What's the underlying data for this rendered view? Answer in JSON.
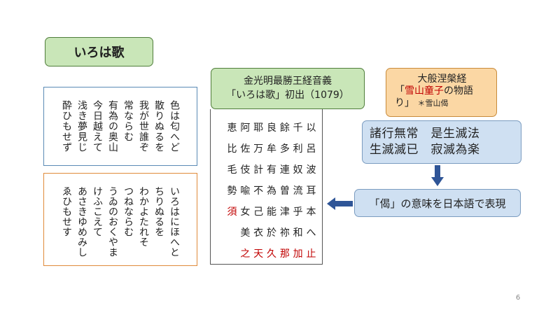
{
  "title": "いろは歌",
  "poem_kanji": [
    "色は匂へど",
    "散りぬるを",
    "我が世誰ぞ",
    "常ならむ",
    "有為の奥山",
    "今日越えて",
    "浅き夢見じ",
    "酔ひもせず"
  ],
  "poem_kana": [
    "いろはにほへと",
    "ちりぬるを",
    "わかよたれそ",
    "つねならむ",
    "うゐのおくやま",
    "けふこえて",
    "あさきゆめみし",
    "ゑひもせす"
  ],
  "source": {
    "line1": "金光明最勝王経音義",
    "line2": "「いろは歌」初出（1079）"
  },
  "table_rows": [
    [
      "恵",
      "阿",
      "耶",
      "良",
      "餘",
      "千",
      "以"
    ],
    [
      "比",
      "佐",
      "万",
      "牟",
      "多",
      "利",
      "呂"
    ],
    [
      "毛",
      "伎",
      "計",
      "有",
      "連",
      "奴",
      "波"
    ],
    [
      "勢",
      "喩",
      "不",
      "為",
      "曽",
      "流",
      "耳"
    ],
    [
      "須",
      "女",
      "己",
      "能",
      "津",
      "乎",
      "本"
    ],
    [
      "",
      "美",
      "衣",
      "於",
      "祢",
      "和",
      "へ"
    ],
    [
      "",
      "之",
      "天",
      "久",
      "那",
      "加",
      "止"
    ]
  ],
  "nirvana": {
    "title": "大般涅槃経",
    "bracket_open": "「",
    "highlight": "雪山童子",
    "rest": "の物語",
    "line3_main": "り」",
    "line3_note": "＊雪山偈"
  },
  "verse": {
    "line1": "諸行無常　是生滅法",
    "line2": "生滅滅已　寂滅為楽"
  },
  "meaning": "「偈」の意味を日本語で表現",
  "page_number": "6",
  "colors": {
    "green_fill": "#c9e6b8",
    "orange_fill": "#fbd7a4",
    "blue_fill": "#cfe0f2",
    "arrow": "#2f5597",
    "red_text": "#c00000"
  }
}
